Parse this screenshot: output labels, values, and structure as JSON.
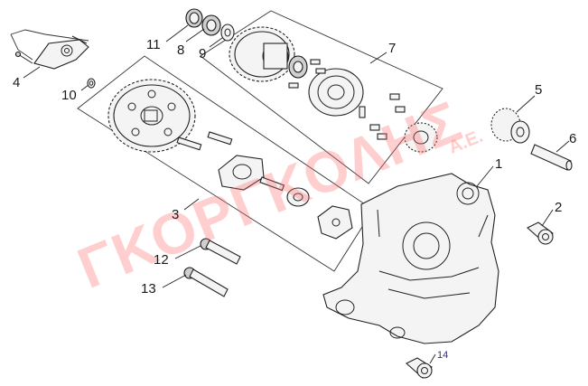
{
  "callouts": {
    "c1": "1",
    "c2": "2",
    "c3": "3",
    "c4": "4",
    "c5": "5",
    "c6": "6",
    "c7": "7",
    "c8": "8",
    "c9": "9",
    "c10": "10",
    "c11": "11",
    "c12": "12",
    "c13": "13",
    "c14": "14"
  },
  "watermark": {
    "main": "ΓΚΟΡΓΚΟΛΗΣ",
    "sub": "Α.Ε."
  }
}
